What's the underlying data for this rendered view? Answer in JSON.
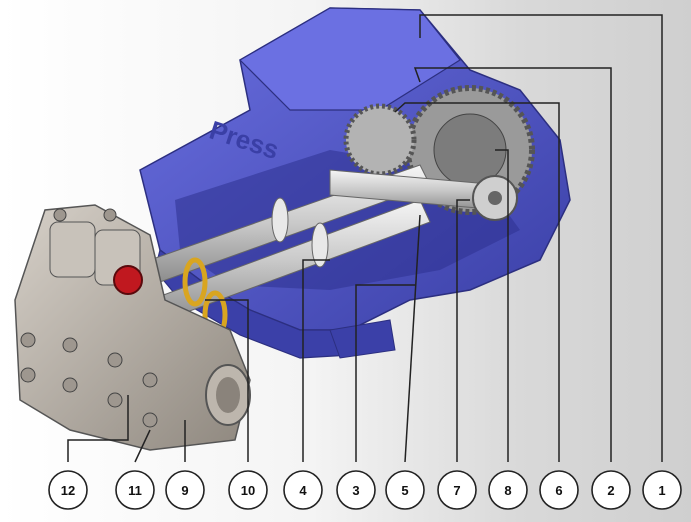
{
  "diagram": {
    "brand_text": "Press",
    "colors": {
      "housing": "#5a5fd0",
      "housing_dark": "#3a3fa6",
      "head": "#b8b2aa",
      "shaft": "#d8d8d8",
      "gear": "#8a8a8a",
      "seal": "#d9a520",
      "valve": "#c0181f",
      "leader": "#222222"
    },
    "callouts": [
      "12",
      "11",
      "9",
      "10",
      "4",
      "3",
      "5",
      "7",
      "8",
      "6",
      "2",
      "1"
    ]
  }
}
